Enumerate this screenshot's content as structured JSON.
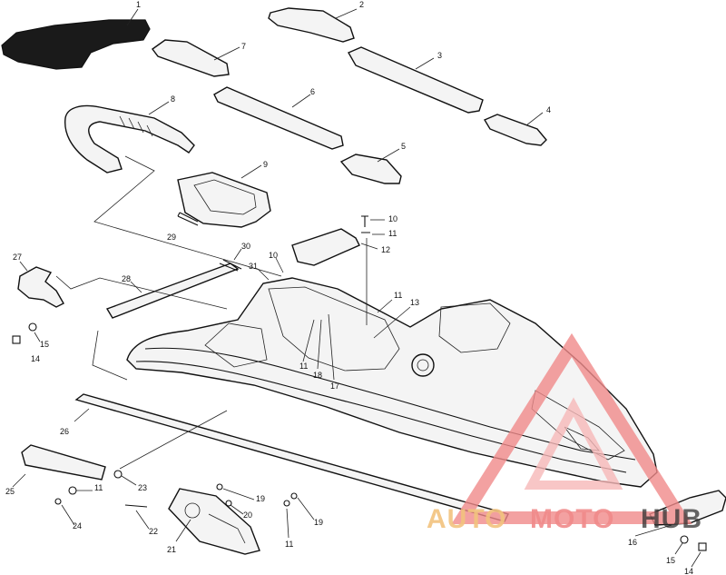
{
  "callouts": [
    {
      "id": "c1",
      "label": "1"
    },
    {
      "id": "c2",
      "label": "2"
    },
    {
      "id": "c3",
      "label": "3"
    },
    {
      "id": "c4",
      "label": "4"
    },
    {
      "id": "c5",
      "label": "5"
    },
    {
      "id": "c6",
      "label": "6"
    },
    {
      "id": "c7",
      "label": "7"
    },
    {
      "id": "c8",
      "label": "8"
    },
    {
      "id": "c9",
      "label": "9"
    },
    {
      "id": "c10a",
      "label": "10"
    },
    {
      "id": "c11a",
      "label": "11"
    },
    {
      "id": "c12",
      "label": "12"
    },
    {
      "id": "c30",
      "label": "30"
    },
    {
      "id": "c10b",
      "label": "10"
    },
    {
      "id": "c31",
      "label": "31"
    },
    {
      "id": "c29",
      "label": "29"
    },
    {
      "id": "c27",
      "label": "27"
    },
    {
      "id": "c28",
      "label": "28"
    },
    {
      "id": "c11b",
      "label": "11"
    },
    {
      "id": "c13",
      "label": "13"
    },
    {
      "id": "c11c",
      "label": "11"
    },
    {
      "id": "c18",
      "label": "18"
    },
    {
      "id": "c17",
      "label": "17"
    },
    {
      "id": "c15a",
      "label": "15"
    },
    {
      "id": "c14a",
      "label": "14"
    },
    {
      "id": "c26",
      "label": "26"
    },
    {
      "id": "c25",
      "label": "25"
    },
    {
      "id": "c23",
      "label": "23"
    },
    {
      "id": "c11d",
      "label": "11"
    },
    {
      "id": "c24",
      "label": "24"
    },
    {
      "id": "c22",
      "label": "22"
    },
    {
      "id": "c21",
      "label": "21"
    },
    {
      "id": "c20",
      "label": "20"
    },
    {
      "id": "c19a",
      "label": "19"
    },
    {
      "id": "c19b",
      "label": "19"
    },
    {
      "id": "c11e",
      "label": "11"
    },
    {
      "id": "c16",
      "label": "16"
    },
    {
      "id": "c15b",
      "label": "15"
    },
    {
      "id": "c14b",
      "label": "14"
    }
  ],
  "watermark": {
    "part1": "AUTO",
    "part2": "MOTO",
    "part3": "HUB",
    "color_main": "#f08a8a",
    "color_light": "#f6b8b8",
    "color_text1": "#f2c37e",
    "color_text2": "#f08a8a"
  }
}
